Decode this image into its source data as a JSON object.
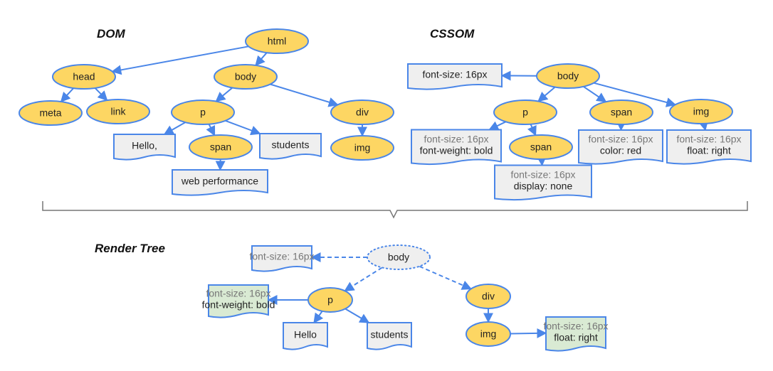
{
  "colors": {
    "node_fill": "#fdd663",
    "node_stroke": "#4a86e8",
    "box_fill": "#efefef",
    "box_green_fill": "#d9ead3",
    "edge": "#4a86e8",
    "brace": "#777777",
    "dim_text": "#777777"
  },
  "dom": {
    "title": "DOM",
    "nodes": [
      {
        "id": "d_html",
        "label": "html",
        "shape": "ellipse"
      },
      {
        "id": "d_head",
        "label": "head",
        "shape": "ellipse"
      },
      {
        "id": "d_body",
        "label": "body",
        "shape": "ellipse"
      },
      {
        "id": "d_meta",
        "label": "meta",
        "shape": "ellipse"
      },
      {
        "id": "d_link",
        "label": "link",
        "shape": "ellipse"
      },
      {
        "id": "d_p",
        "label": "p",
        "shape": "ellipse"
      },
      {
        "id": "d_div",
        "label": "div",
        "shape": "ellipse"
      },
      {
        "id": "d_hello",
        "label": "Hello,",
        "shape": "doc"
      },
      {
        "id": "d_span",
        "label": "span",
        "shape": "ellipse"
      },
      {
        "id": "d_students",
        "label": "students",
        "shape": "doc"
      },
      {
        "id": "d_img",
        "label": "img",
        "shape": "ellipse"
      },
      {
        "id": "d_webperf",
        "label": "web performance",
        "shape": "doc"
      }
    ],
    "edges": [
      [
        "d_html",
        "d_head"
      ],
      [
        "d_html",
        "d_body"
      ],
      [
        "d_head",
        "d_meta"
      ],
      [
        "d_head",
        "d_link"
      ],
      [
        "d_body",
        "d_p"
      ],
      [
        "d_body",
        "d_div"
      ],
      [
        "d_p",
        "d_hello"
      ],
      [
        "d_p",
        "d_span"
      ],
      [
        "d_p",
        "d_students"
      ],
      [
        "d_span",
        "d_webperf"
      ],
      [
        "d_div",
        "d_img"
      ]
    ]
  },
  "cssom": {
    "title": "CSSOM",
    "nodes": [
      {
        "id": "c_body",
        "label": "body",
        "shape": "ellipse"
      },
      {
        "id": "c_body_style",
        "lines": [
          {
            "text": "font-size: 16px",
            "dim": false
          }
        ],
        "shape": "doc"
      },
      {
        "id": "c_p",
        "label": "p",
        "shape": "ellipse"
      },
      {
        "id": "c_span",
        "label": "span",
        "shape": "ellipse"
      },
      {
        "id": "c_img",
        "label": "img",
        "shape": "ellipse"
      },
      {
        "id": "c_p_style",
        "lines": [
          {
            "text": "font-size: 16px",
            "dim": true
          },
          {
            "text": "font-weight: bold",
            "dim": false
          }
        ],
        "shape": "doc"
      },
      {
        "id": "c_p_span",
        "label": "span",
        "shape": "ellipse"
      },
      {
        "id": "c_span_style",
        "lines": [
          {
            "text": "font-size: 16px",
            "dim": true
          },
          {
            "text": "color: red",
            "dim": false
          }
        ],
        "shape": "doc"
      },
      {
        "id": "c_img_style",
        "lines": [
          {
            "text": "font-size: 16px",
            "dim": true
          },
          {
            "text": "float: right",
            "dim": false
          }
        ],
        "shape": "doc"
      },
      {
        "id": "c_p_span_style",
        "lines": [
          {
            "text": "font-size: 16px",
            "dim": true
          },
          {
            "text": "display: none",
            "dim": false
          }
        ],
        "shape": "doc"
      }
    ],
    "edges": [
      [
        "c_body",
        "c_body_style"
      ],
      [
        "c_body",
        "c_p"
      ],
      [
        "c_body",
        "c_span"
      ],
      [
        "c_body",
        "c_img"
      ],
      [
        "c_p",
        "c_p_style"
      ],
      [
        "c_p",
        "c_p_span"
      ],
      [
        "c_span",
        "c_span_style"
      ],
      [
        "c_img",
        "c_img_style"
      ],
      [
        "c_p_span",
        "c_p_span_style"
      ]
    ]
  },
  "render_tree": {
    "title": "Render Tree",
    "nodes": [
      {
        "id": "r_body",
        "label": "body",
        "shape": "ellipse-dotted"
      },
      {
        "id": "r_body_style",
        "lines": [
          {
            "text": "font-size: 16px",
            "dim": true
          }
        ],
        "shape": "doc"
      },
      {
        "id": "r_p",
        "label": "p",
        "shape": "ellipse"
      },
      {
        "id": "r_div",
        "label": "div",
        "shape": "ellipse"
      },
      {
        "id": "r_p_style",
        "lines": [
          {
            "text": "font-size: 16px",
            "dim": true
          },
          {
            "text": "font-weight: bold",
            "dim": false
          }
        ],
        "shape": "doc-green"
      },
      {
        "id": "r_hello",
        "label": "Hello",
        "shape": "doc"
      },
      {
        "id": "r_students",
        "label": "students",
        "shape": "doc"
      },
      {
        "id": "r_img",
        "label": "img",
        "shape": "ellipse"
      },
      {
        "id": "r_img_style",
        "lines": [
          {
            "text": "font-size: 16px",
            "dim": true
          },
          {
            "text": "float: right",
            "dim": false
          }
        ],
        "shape": "doc-green"
      }
    ],
    "edges": [
      [
        "r_body",
        "r_body_style",
        "dashed"
      ],
      [
        "r_body",
        "r_p",
        "dashed"
      ],
      [
        "r_body",
        "r_div",
        "dashed"
      ],
      [
        "r_p",
        "r_p_style"
      ],
      [
        "r_p",
        "r_hello"
      ],
      [
        "r_p",
        "r_students"
      ],
      [
        "r_div",
        "r_img"
      ],
      [
        "r_img",
        "r_img_style"
      ]
    ]
  }
}
